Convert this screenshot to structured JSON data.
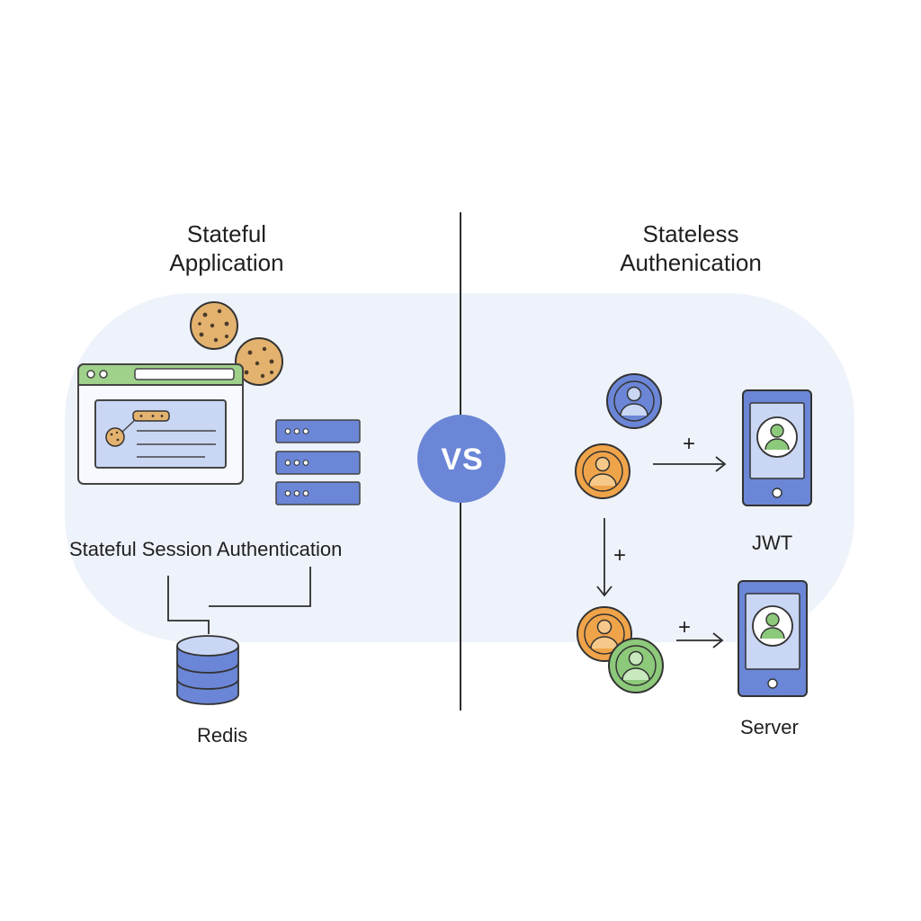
{
  "left_panel": {
    "title_line1": "Stateful",
    "title_line2": "Application",
    "caption": "Stateful Session Authentication",
    "database_label": "Redis"
  },
  "center": {
    "vs_label": "VS"
  },
  "right_panel": {
    "title_line1": "Stateless",
    "title_line2": "Authenication",
    "jwt_label": "JWT",
    "server_label": "Server",
    "plus_sign": "+"
  },
  "colors": {
    "panel_background": "#eef2fa",
    "blue": "#6b86d6",
    "orange": "#f0a44a",
    "green": "#8cc97a",
    "cookie": "#e3b26e",
    "browser_bar": "#9fd18a",
    "line": "#2d2d2d"
  }
}
